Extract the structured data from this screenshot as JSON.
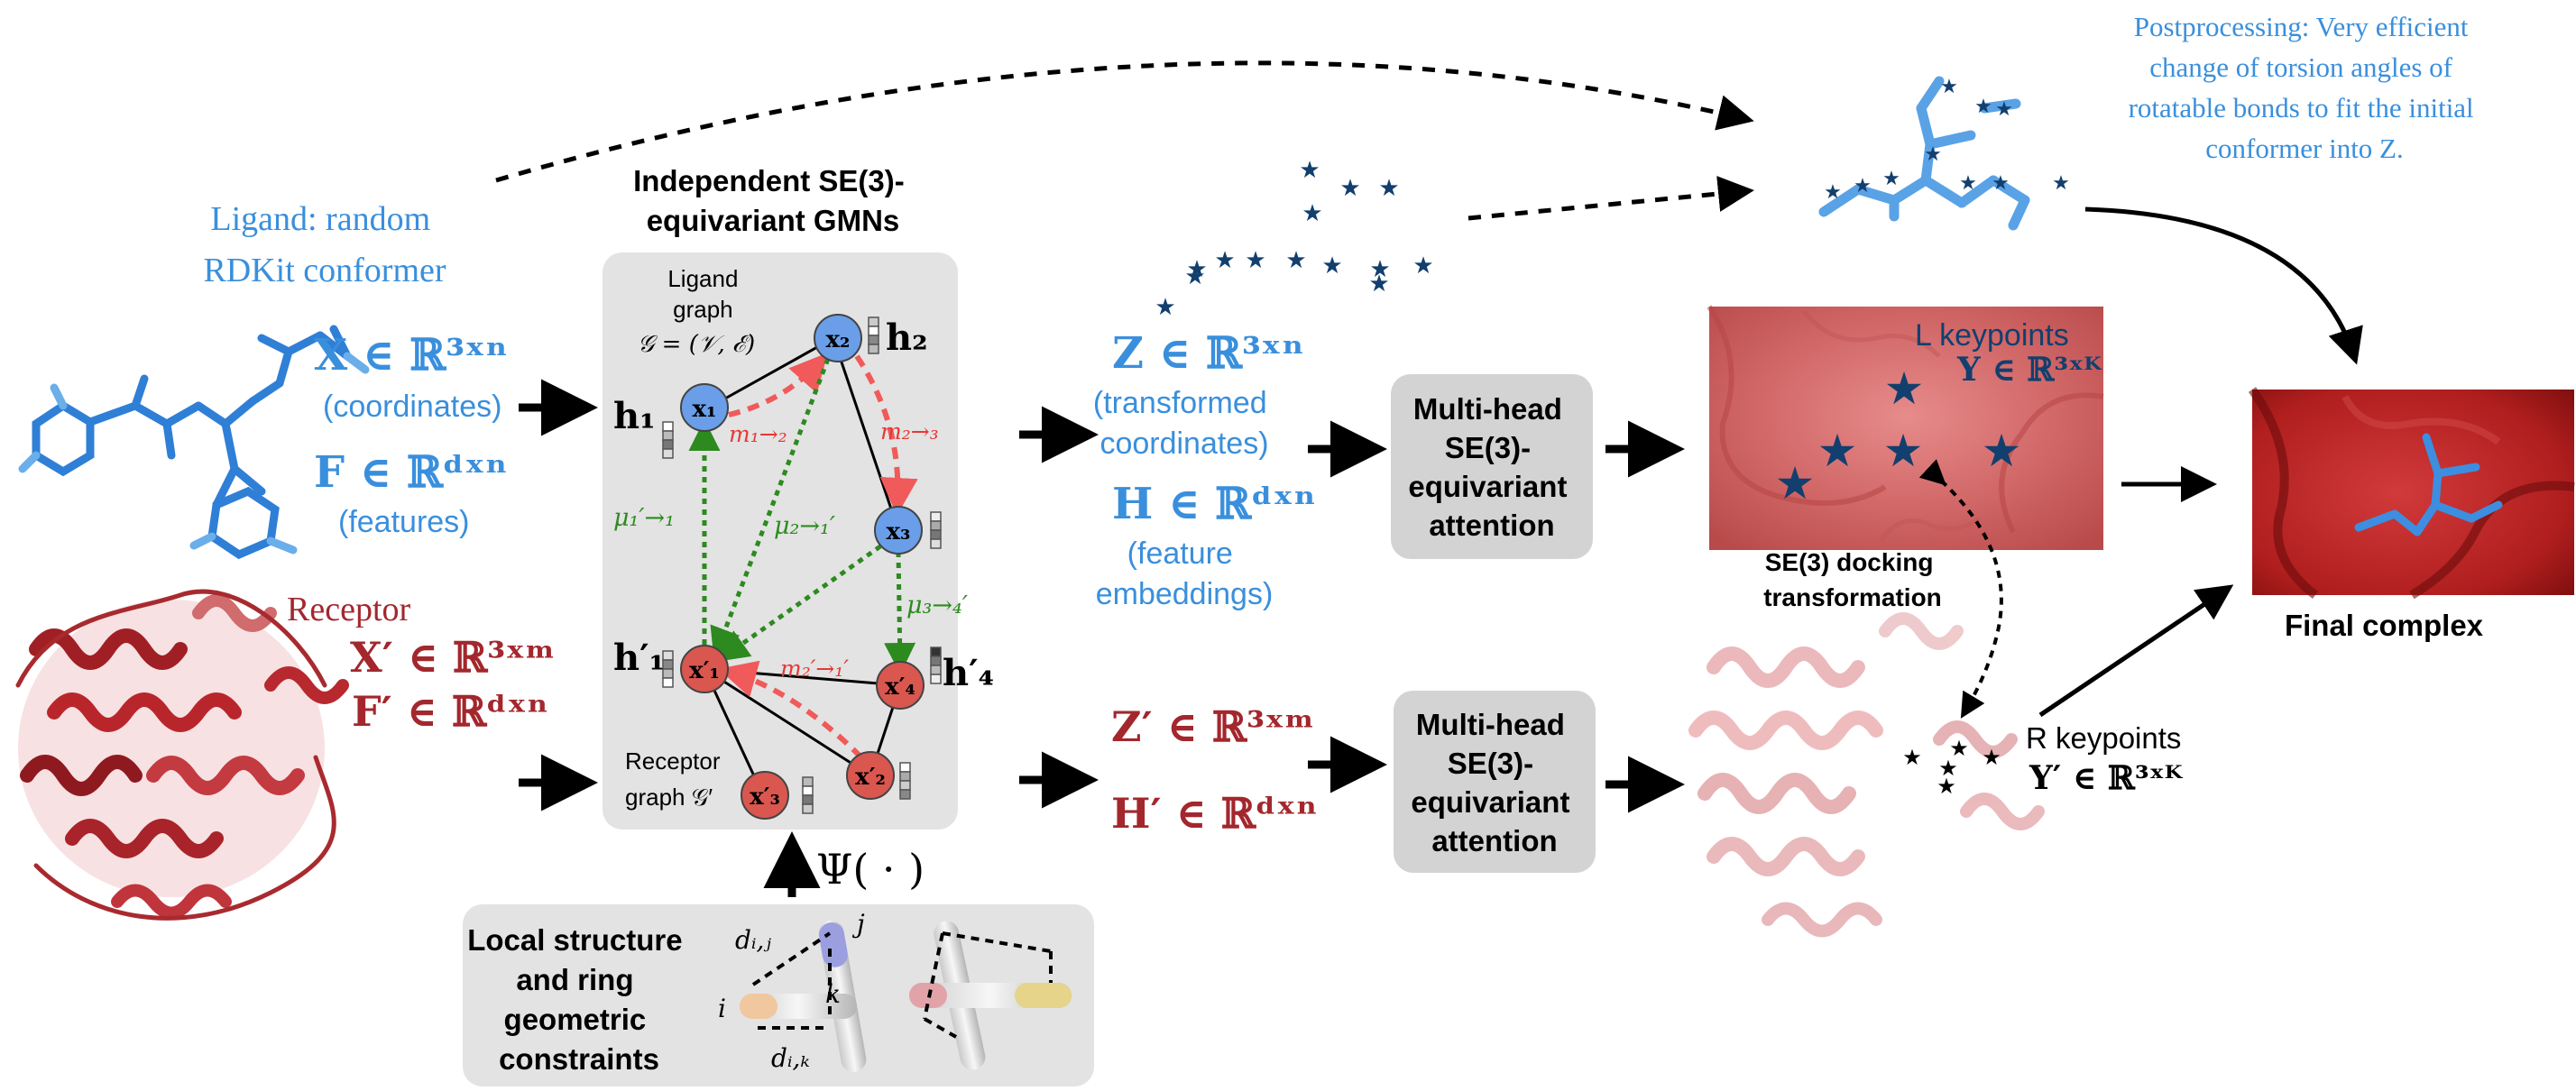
{
  "colors": {
    "ligand_blue": "#3a8fdc",
    "receptor_red": "#a3272d",
    "navy": "#123f6e",
    "panel_gray": "#e3e3e3",
    "box_gray": "#d3d3d3",
    "edge_red": "#f05a5a",
    "edge_green": "#2d8a1f",
    "node_blue": "#6a9ee8",
    "node_red": "#d9574f"
  },
  "ligand_caption": [
    "Ligand: random",
    "RDKit conformer"
  ],
  "receptor_caption": "Receptor",
  "ligand_inputs": {
    "coords_eq": "X ∈ ℝ³ˣⁿ",
    "coords_note": "(coordinates)",
    "feats_eq": "F ∈ ℝᵈˣⁿ",
    "feats_note": "(features)"
  },
  "receptor_inputs": {
    "coords_eq": "X′ ∈ ℝ³ˣᵐ",
    "feats_eq": "F′ ∈ ℝᵈˣⁿ"
  },
  "gmn": {
    "title": [
      "Independent SE(3)-",
      "equivariant GMNs"
    ],
    "ligand_graph_label": [
      "Ligand",
      "graph",
      "𝒢 = (𝒱, ℰ)"
    ],
    "receptor_graph_label": [
      "Receptor",
      "graph 𝒢′"
    ],
    "nodes": {
      "x1": "x₁",
      "x2": "x₂",
      "x3": "x₃",
      "x1p": "x′₁",
      "x4p": "x′₄",
      "x2p": "x′₂",
      "x3p": "x′₃"
    },
    "features": {
      "h1": "h₁",
      "h2": "h₂",
      "h1p": "h′₁",
      "h4p": "h′₄"
    },
    "messages": {
      "m12": "m₁→₂",
      "m23": "m₂→₃",
      "m21p": "m₂′→₁′",
      "mu11": "μ₁′→₁",
      "mu21": "μ₂→₁′",
      "mu34": "μ₃→₄′"
    }
  },
  "psi": "Ψ( · )",
  "constraints": {
    "caption": [
      "Local structure",
      "and ring",
      "geometric",
      "constraints"
    ],
    "labels": {
      "dij": "dᵢ,ⱼ",
      "dik": "dᵢ,ₖ",
      "i": "i",
      "j": "j",
      "k": "k"
    }
  },
  "ligand_outputs": {
    "z_eq": "Z ∈ ℝ³ˣⁿ",
    "z_note": [
      "(transformed",
      "coordinates)"
    ],
    "h_eq": "H ∈ ℝᵈˣⁿ",
    "h_note": [
      "(feature",
      "embeddings)"
    ]
  },
  "receptor_outputs": {
    "z_eq": "Z′ ∈ ℝ³ˣᵐ",
    "h_eq": "H′ ∈ ℝᵈˣⁿ"
  },
  "attention_box": [
    "Multi-head",
    "SE(3)-",
    "equivariant",
    "attention"
  ],
  "l_keypoints": {
    "title": "L keypoints",
    "eq": "Y ∈ ℝ³ˣᴷ"
  },
  "r_keypoints": {
    "title": "R keypoints",
    "eq": "Y′ ∈ ℝ³ˣᴷ"
  },
  "docking": [
    "SE(3) docking",
    "transformation"
  ],
  "postprocessing": [
    "Postprocessing: Very efficient",
    "change of torsion angles of",
    "rotatable bonds to fit the initial",
    "conformer into Z."
  ],
  "final_complex": "Final complex"
}
